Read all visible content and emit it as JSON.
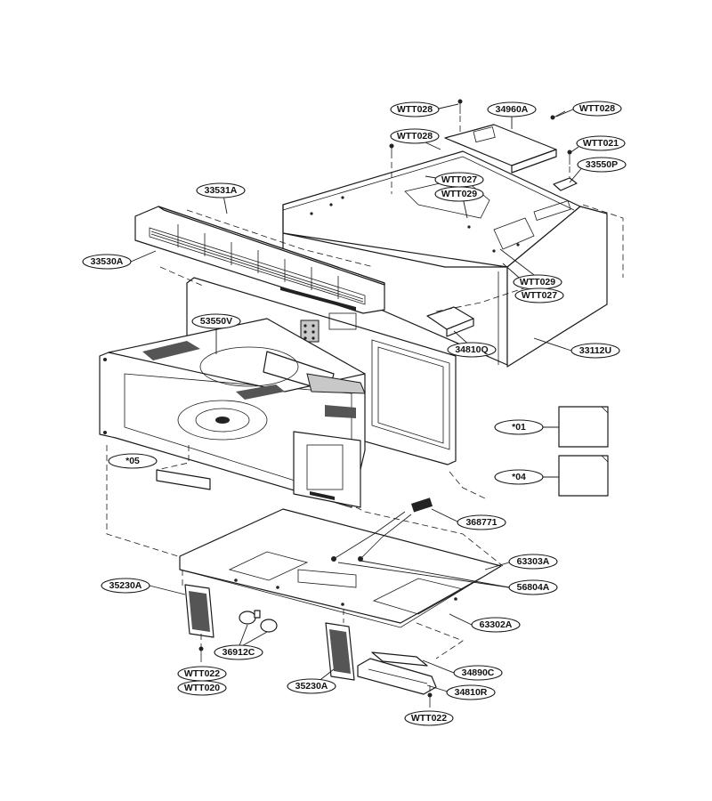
{
  "diagram": {
    "labels": {
      "wtt028_a": "WTT028",
      "p34960a": "34960A",
      "wtt028_b": "WTT028",
      "wtt028_c": "WTT028",
      "wtt021": "WTT021",
      "p33550p": "33550P",
      "wtt027_a": "WTT027",
      "wtt029_a": "WTT029",
      "p33531a": "33531A",
      "p33530a": "33530A",
      "wtt029_b": "WTT029",
      "wtt027_b": "WTT027",
      "p53550v": "53550V",
      "p34810q": "34810Q",
      "p33112u": "33112U",
      "s01": "*01",
      "s04": "*04",
      "s05": "*05",
      "p368771": "368771",
      "p63303a": "63303A",
      "p35230a_a": "35230A",
      "p56804a": "56804A",
      "p63302a": "63302A",
      "p36912c": "36912C",
      "wtt022_a": "WTT022",
      "wtt020": "WTT020",
      "p34890c": "34890C",
      "p35230a_b": "35230A",
      "p34810r": "34810R",
      "wtt022_b": "WTT022"
    }
  }
}
